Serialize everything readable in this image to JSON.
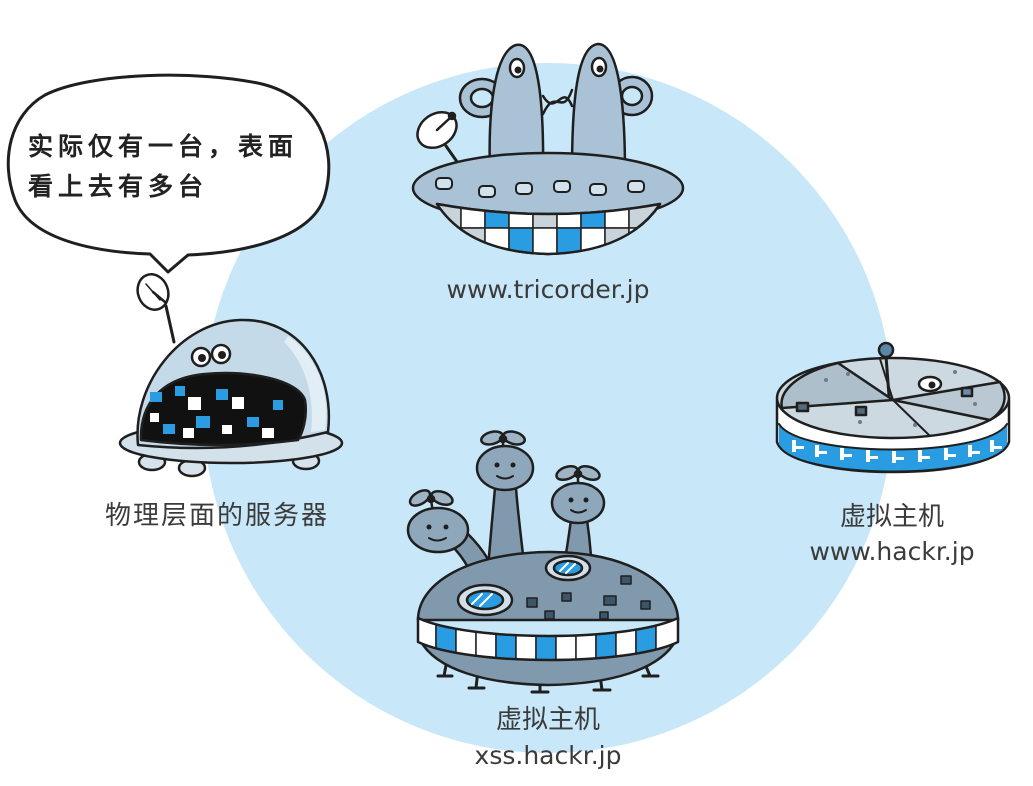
{
  "speech_bubble": {
    "line1": "实际仅有一台，表面",
    "line2": "看上去有多台"
  },
  "tricorder": {
    "domain": "www.tricorder.jp"
  },
  "physical_server": {
    "label": "物理层面的服务器"
  },
  "hackr_www": {
    "label": "虚拟主机",
    "domain": "www.hackr.jp"
  },
  "hackr_xss": {
    "label": "虚拟主机",
    "domain": "xss.hackr.jp"
  },
  "colors": {
    "circle": "#c8e7f8",
    "accent": "#2a9de2",
    "body": "#a9c2d5",
    "dome": "#c4dae8",
    "dark_body": "#8199ad",
    "outline": "#1f1f1f",
    "text": "#3b3b3b",
    "paper": "#ffffff"
  }
}
